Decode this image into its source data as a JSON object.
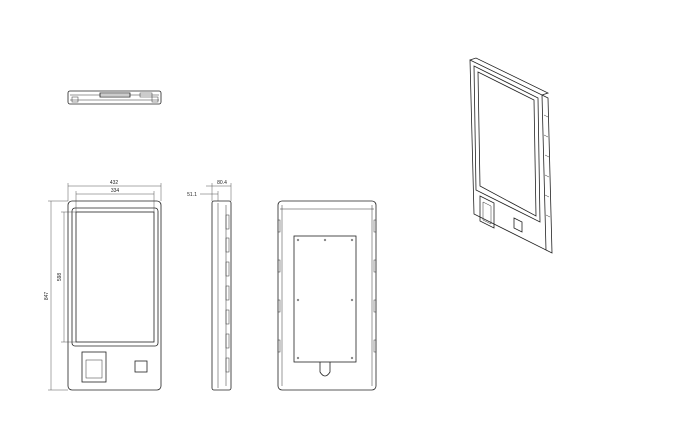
{
  "dimensions": {
    "overall_width": "432",
    "screen_width": "334",
    "overall_height": "847",
    "screen_height": "598",
    "depth_total": "80.4",
    "depth_front": "51.1"
  },
  "colors": {
    "line": "#222222",
    "background": "#ffffff"
  }
}
